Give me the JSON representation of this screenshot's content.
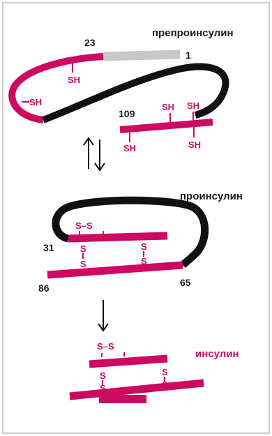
{
  "colors": {
    "b_chain": "#cc0a62",
    "c_peptide": "#111111",
    "signal_peptide": "#c8c8c8",
    "label_magenta": "#cc0a62",
    "text_dark": "#1a1a1a",
    "frame": "#9a9a9a"
  },
  "stage1": {
    "title": "препроинсулин",
    "num_23": "23",
    "num_1": "1",
    "num_109": "109",
    "sh_left": "SH",
    "sh_top_b": "SH",
    "sh_a1": "SH",
    "sh_a2": "SH",
    "sh_a3": "SH",
    "sh_a4": "SH"
  },
  "stage2": {
    "title": "проинсулин",
    "ss_intra": "S–S",
    "ss_bridge": "S\nS",
    "num_31": "31",
    "num_86": "86",
    "num_65": "65"
  },
  "stage3": {
    "title": "инсулин",
    "ss_intra": "S–S"
  },
  "arrows": {
    "equilibrium": "equilibrium-arrows-icon",
    "down": "down-arrow-icon"
  }
}
